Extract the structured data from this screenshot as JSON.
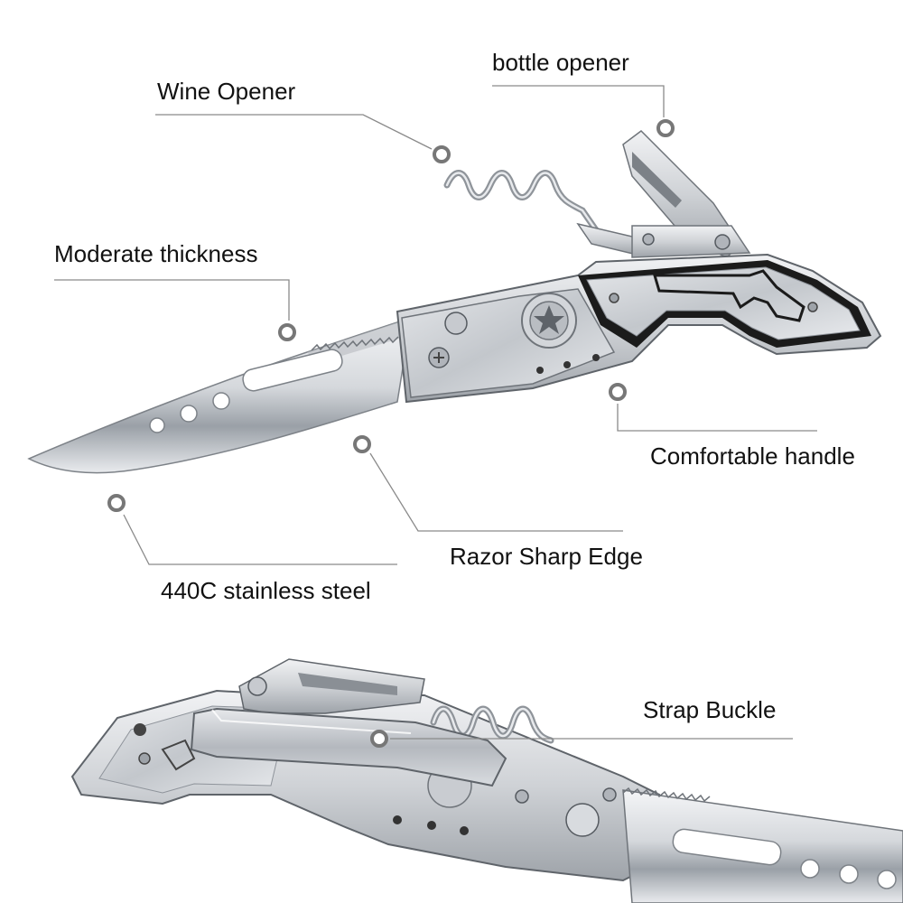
{
  "annotations": {
    "bottle_opener": "bottle opener",
    "wine_opener": "Wine Opener",
    "moderate_thickness": "Moderate thickness",
    "comfortable_handle": "Comfortable handle",
    "razor_sharp_edge": "Razor Sharp Edge",
    "stainless_steel": "440C stainless steel",
    "strap_buckle": "Strap Buckle"
  },
  "colors": {
    "steel_light": "#eef0f3",
    "steel_mid": "#c9ccd1",
    "steel_dark": "#8e939a",
    "inlay_black": "#1b1b1b",
    "marker": "#777777",
    "leader": "#8a8a8a"
  }
}
